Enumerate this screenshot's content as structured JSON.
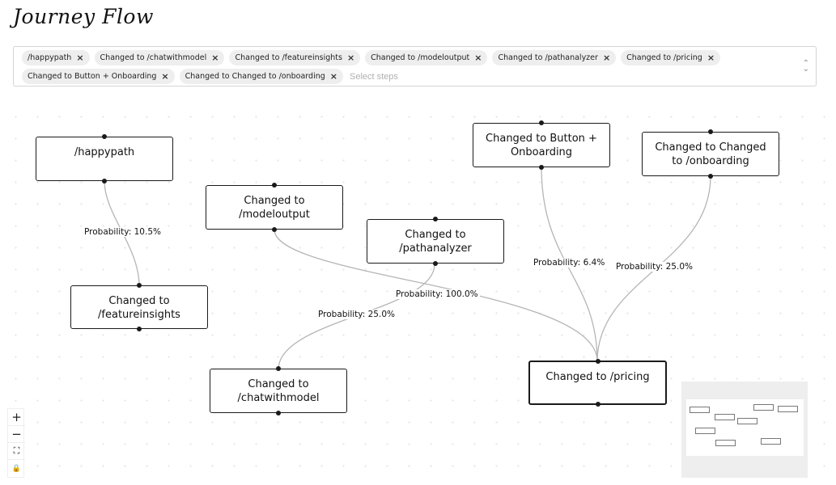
{
  "page": {
    "title": "Journey Flow"
  },
  "step_select": {
    "selected": [
      "/happypath",
      "Changed to /chatwithmodel",
      "Changed to /featureinsights",
      "Changed to /modeloutput",
      "Changed to /pathanalyzer",
      "Changed to /pricing",
      "Changed to Button + Onboarding",
      "Changed to Changed to /onboarding"
    ],
    "placeholder": "Select steps"
  },
  "flow": {
    "nodes": {
      "happypath": "/happypath",
      "featureinsights": "Changed to /featureinsights",
      "modeloutput": "Changed to /modeloutput",
      "pathanalyzer": "Changed to /pathanalyzer",
      "chatwithmodel": "Changed to /chatwithmodel",
      "pricing": "Changed to /pricing",
      "button_onboarding": "Changed to Button + Onboarding",
      "changed_onboarding": "Changed to Changed to /onboarding"
    },
    "edges": [
      {
        "from": "happypath",
        "to": "featureinsights",
        "label": "Probability: 10.5%"
      },
      {
        "from": "modeloutput",
        "to": "pricing",
        "label": "Probability: 100.0%"
      },
      {
        "from": "pathanalyzer",
        "to": "chatwithmodel",
        "label": "Probability: 25.0%"
      },
      {
        "from": "button_onboarding",
        "to": "pricing",
        "label": "Probability: 6.4%"
      },
      {
        "from": "changed_onboarding",
        "to": "pricing",
        "label": "Probability: 25.0%"
      }
    ]
  },
  "controls": {
    "zoom_in": "+",
    "zoom_out": "−",
    "fit_view": "⛶",
    "lock": "🔒"
  },
  "colors": {
    "edge": "#b5b5b5",
    "node_border": "#1a1a1a",
    "tag_bg": "#eeeeee"
  }
}
